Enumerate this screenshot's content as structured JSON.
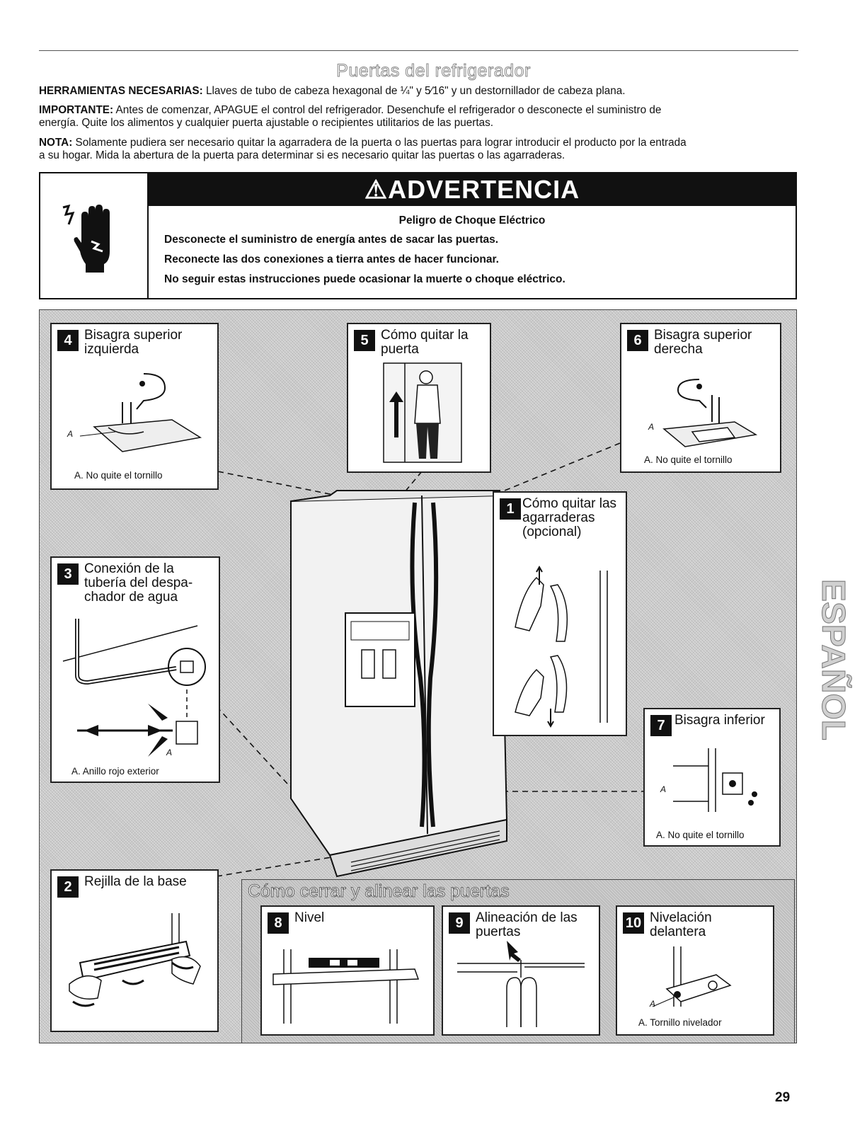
{
  "header": {
    "title": "Puertas del refrigerador"
  },
  "intro": {
    "tools_label": "HERRAMIENTAS NECESARIAS:",
    "tools_text": "Llaves de tubo de cabeza hexagonal de ¼\" y 5⁄16\" y un destornillador de cabeza plana.",
    "important_label": "IMPORTANTE:",
    "important_text_1": "Antes de comenzar, APAGUE el control del refrigerador. Desenchufe el refrigerador o desconecte el suministro de",
    "important_text_2": "energía. Quite los alimentos y cualquier puerta ajustable o recipientes utilitarios de las puertas.",
    "note_label": "NOTA:",
    "note_text_1": "Solamente pudiera ser necesario quitar la agarradera de la puerta o las puertas para lograr introducir el producto por la entrada",
    "note_text_2": "a su hogar. Mida la abertura de la puerta para determinar si es necesario quitar las puertas o las agarraderas."
  },
  "warning": {
    "heading": "⚠ADVERTENCIA",
    "subtitle": "Peligro de Choque Eléctrico",
    "lines": [
      "Desconecte el suministro de energía antes de sacar las puertas.",
      "Reconecte las dos conexiones a tierra antes de hacer funcionar.",
      "No seguir estas instrucciones puede ocasionar la muerte o choque eléctrico."
    ]
  },
  "steps": {
    "s1": {
      "num": "1",
      "title": "Cómo quitar las agarraderas (opcional)"
    },
    "s2": {
      "num": "2",
      "title": "Rejilla de la base"
    },
    "s3": {
      "num": "3",
      "title": "Conexión de la tubería del despa-chador de agua",
      "label_a": "A",
      "caption": "A. Anillo rojo exterior"
    },
    "s4": {
      "num": "4",
      "title": "Bisagra superior izquierda",
      "label_a": "A",
      "caption": "A. No quite el tornillo"
    },
    "s5": {
      "num": "5",
      "title": "Cómo quitar la puerta"
    },
    "s6": {
      "num": "6",
      "title": "Bisagra superior derecha",
      "label_a": "A",
      "caption": "A. No quite el tornillo"
    },
    "s7": {
      "num": "7",
      "title": "Bisagra inferior",
      "label_a": "A",
      "caption": "A. No quite el tornillo"
    },
    "s8": {
      "num": "8",
      "title": "Nivel"
    },
    "s9": {
      "num": "9",
      "title": "Alineación de las puertas"
    },
    "s10": {
      "num": "10",
      "title": "Nivelación delantera",
      "label_a": "A",
      "caption": "A. Tornillo nivelador"
    }
  },
  "closing_band": {
    "title": "Cómo cerrar y alinear las puertas"
  },
  "side_tab": {
    "language": "ESPAÑOL"
  },
  "footer": {
    "page_number": "29"
  }
}
